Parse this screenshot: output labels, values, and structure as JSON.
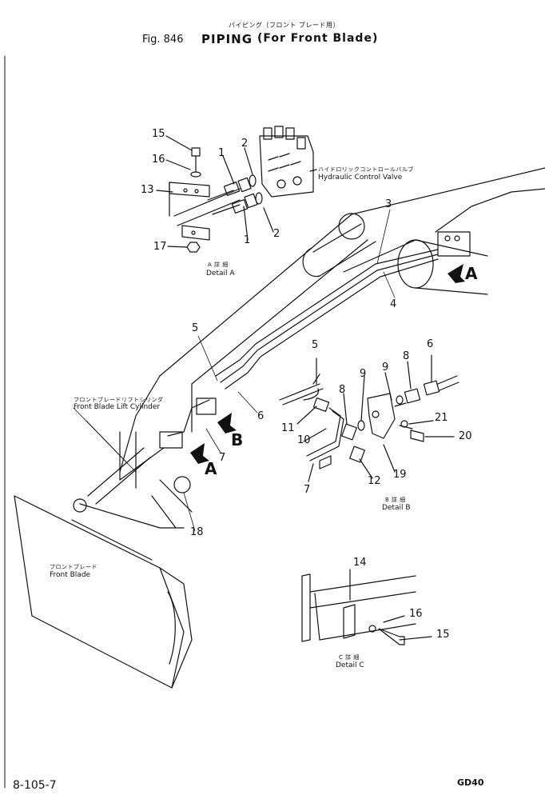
{
  "header": {
    "jp_title": "パイピング（フロント ブレード用）",
    "fig": "Fig. 846",
    "title": "PIPING",
    "subtitle": "(For Front Blade)"
  },
  "labels": {
    "hcv_jp": "ハイドロリックコントロールバルブ",
    "hcv_en": "Hydraulic Control Valve",
    "detail_a_jp": "A 詳 細",
    "detail_a": "Detail A",
    "detail_b_jp": "B 詳 細",
    "detail_b": "Detail B",
    "detail_c_jp": "C 詳 細",
    "detail_c": "Detail C",
    "cyl_jp": "フロントブレードリフトシリンダ",
    "cyl_en": "Front Blade Lift Cylinder",
    "blade_jp": "フロントブレード",
    "blade_en": "Front Blade"
  },
  "arrows": {
    "a1": "A",
    "a2": "A",
    "b": "B"
  },
  "callouts": {
    "n15a": "15",
    "n16a": "16",
    "n13": "13",
    "n17": "17",
    "n1a": "1",
    "n2a": "2",
    "n1b": "1",
    "n2b": "2",
    "n3": "3",
    "n4": "4",
    "n5a": "5",
    "n6a": "6",
    "n7a": "7",
    "n18": "18",
    "n5b": "5",
    "n6b": "6",
    "n8a": "8",
    "n9a": "9",
    "n9b": "9",
    "n8b": "8",
    "n11": "11",
    "n10": "10",
    "n7b": "7",
    "n12": "12",
    "n19": "19",
    "n21": "21",
    "n20": "20",
    "n14": "14",
    "n16c": "16",
    "n15c": "15"
  },
  "footer": {
    "page": "8-105-7",
    "code": "GD40"
  }
}
